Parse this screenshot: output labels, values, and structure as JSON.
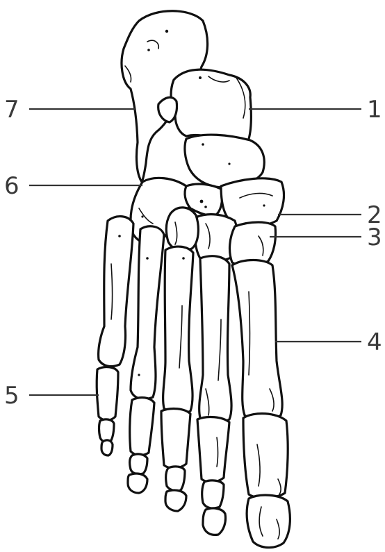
{
  "figure": {
    "labels": [
      {
        "id": "1",
        "text": "1"
      },
      {
        "id": "2",
        "text": "2"
      },
      {
        "id": "3",
        "text": "3"
      },
      {
        "id": "4",
        "text": "4"
      },
      {
        "id": "5",
        "text": "5"
      },
      {
        "id": "6",
        "text": "6"
      },
      {
        "id": "7",
        "text": "7"
      }
    ],
    "colors": {
      "stroke": "#111111",
      "fill": "#ffffff",
      "label": "#3a3a3a"
    }
  }
}
